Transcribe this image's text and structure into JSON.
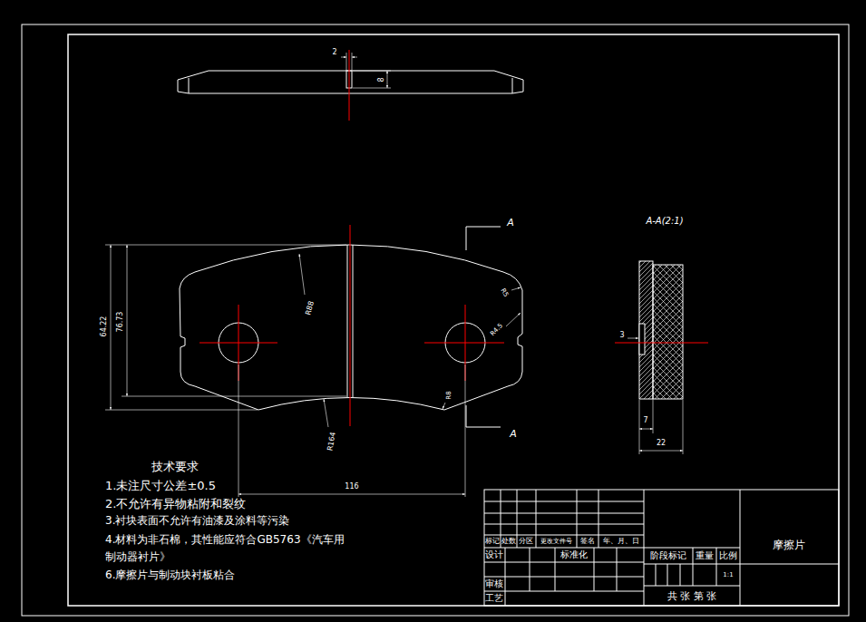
{
  "diagram": {
    "labels": [
      "2",
      "8",
      "64.22",
      "76.73",
      "R88",
      "R5",
      "R4.5",
      "R8",
      "R164",
      "116",
      "A",
      "A",
      "A-A(2:1)",
      "3",
      "7",
      "22",
      "技术要求",
      "1.未注尺寸公差±0.5",
      "2.不允许有异物粘附和裂纹",
      "3.衬块表面不允许有油漆及涂料等污染",
      "4.材料为非石棉，其性能应符合GB5763《汽车用 制动器衬片》",
      "6.摩擦片与制动块衬板粘合",
      "标记",
      "处数",
      "分区",
      "更改文件号",
      "签名",
      "年、月、日",
      "设计",
      "标准化",
      "阶段标记",
      "重量",
      "比例",
      "1:1",
      "审核",
      "工艺",
      "共 张 第 张",
      "摩擦片"
    ]
  }
}
